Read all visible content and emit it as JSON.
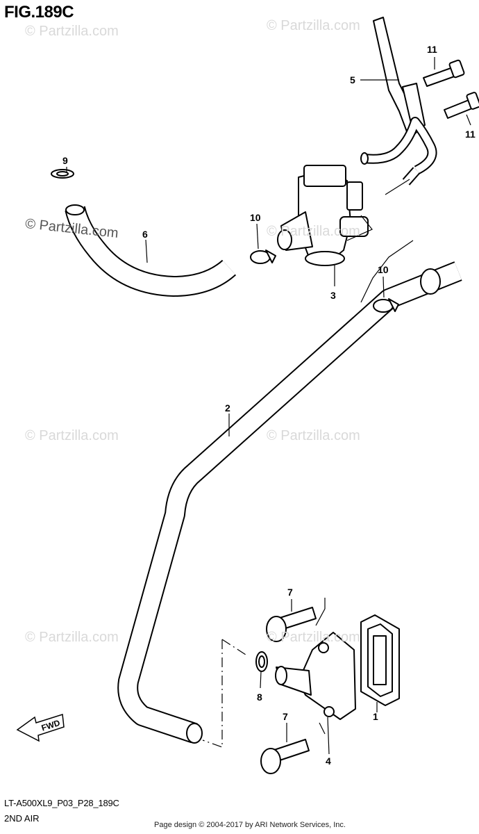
{
  "figure": {
    "title": "FIG.189C",
    "code": "LT-A500XL9_P03_P28_189C",
    "section": "2ND AIR",
    "credit": "Page design © 2004-2017 by ARI Network Services, Inc.",
    "direction_label": "FWD"
  },
  "watermarks": [
    "© Partzilla.com",
    "© Partzilla.com",
    "© Partzilla.com",
    "© Partzilla.com",
    "© Partzilla.com",
    "© Partzilla.com",
    "© Partzilla.com",
    "© Partzilla.com"
  ],
  "callouts": [
    "1",
    "2",
    "3",
    "4",
    "5",
    "6",
    "7",
    "7",
    "8",
    "9",
    "10",
    "10",
    "11",
    "11"
  ]
}
